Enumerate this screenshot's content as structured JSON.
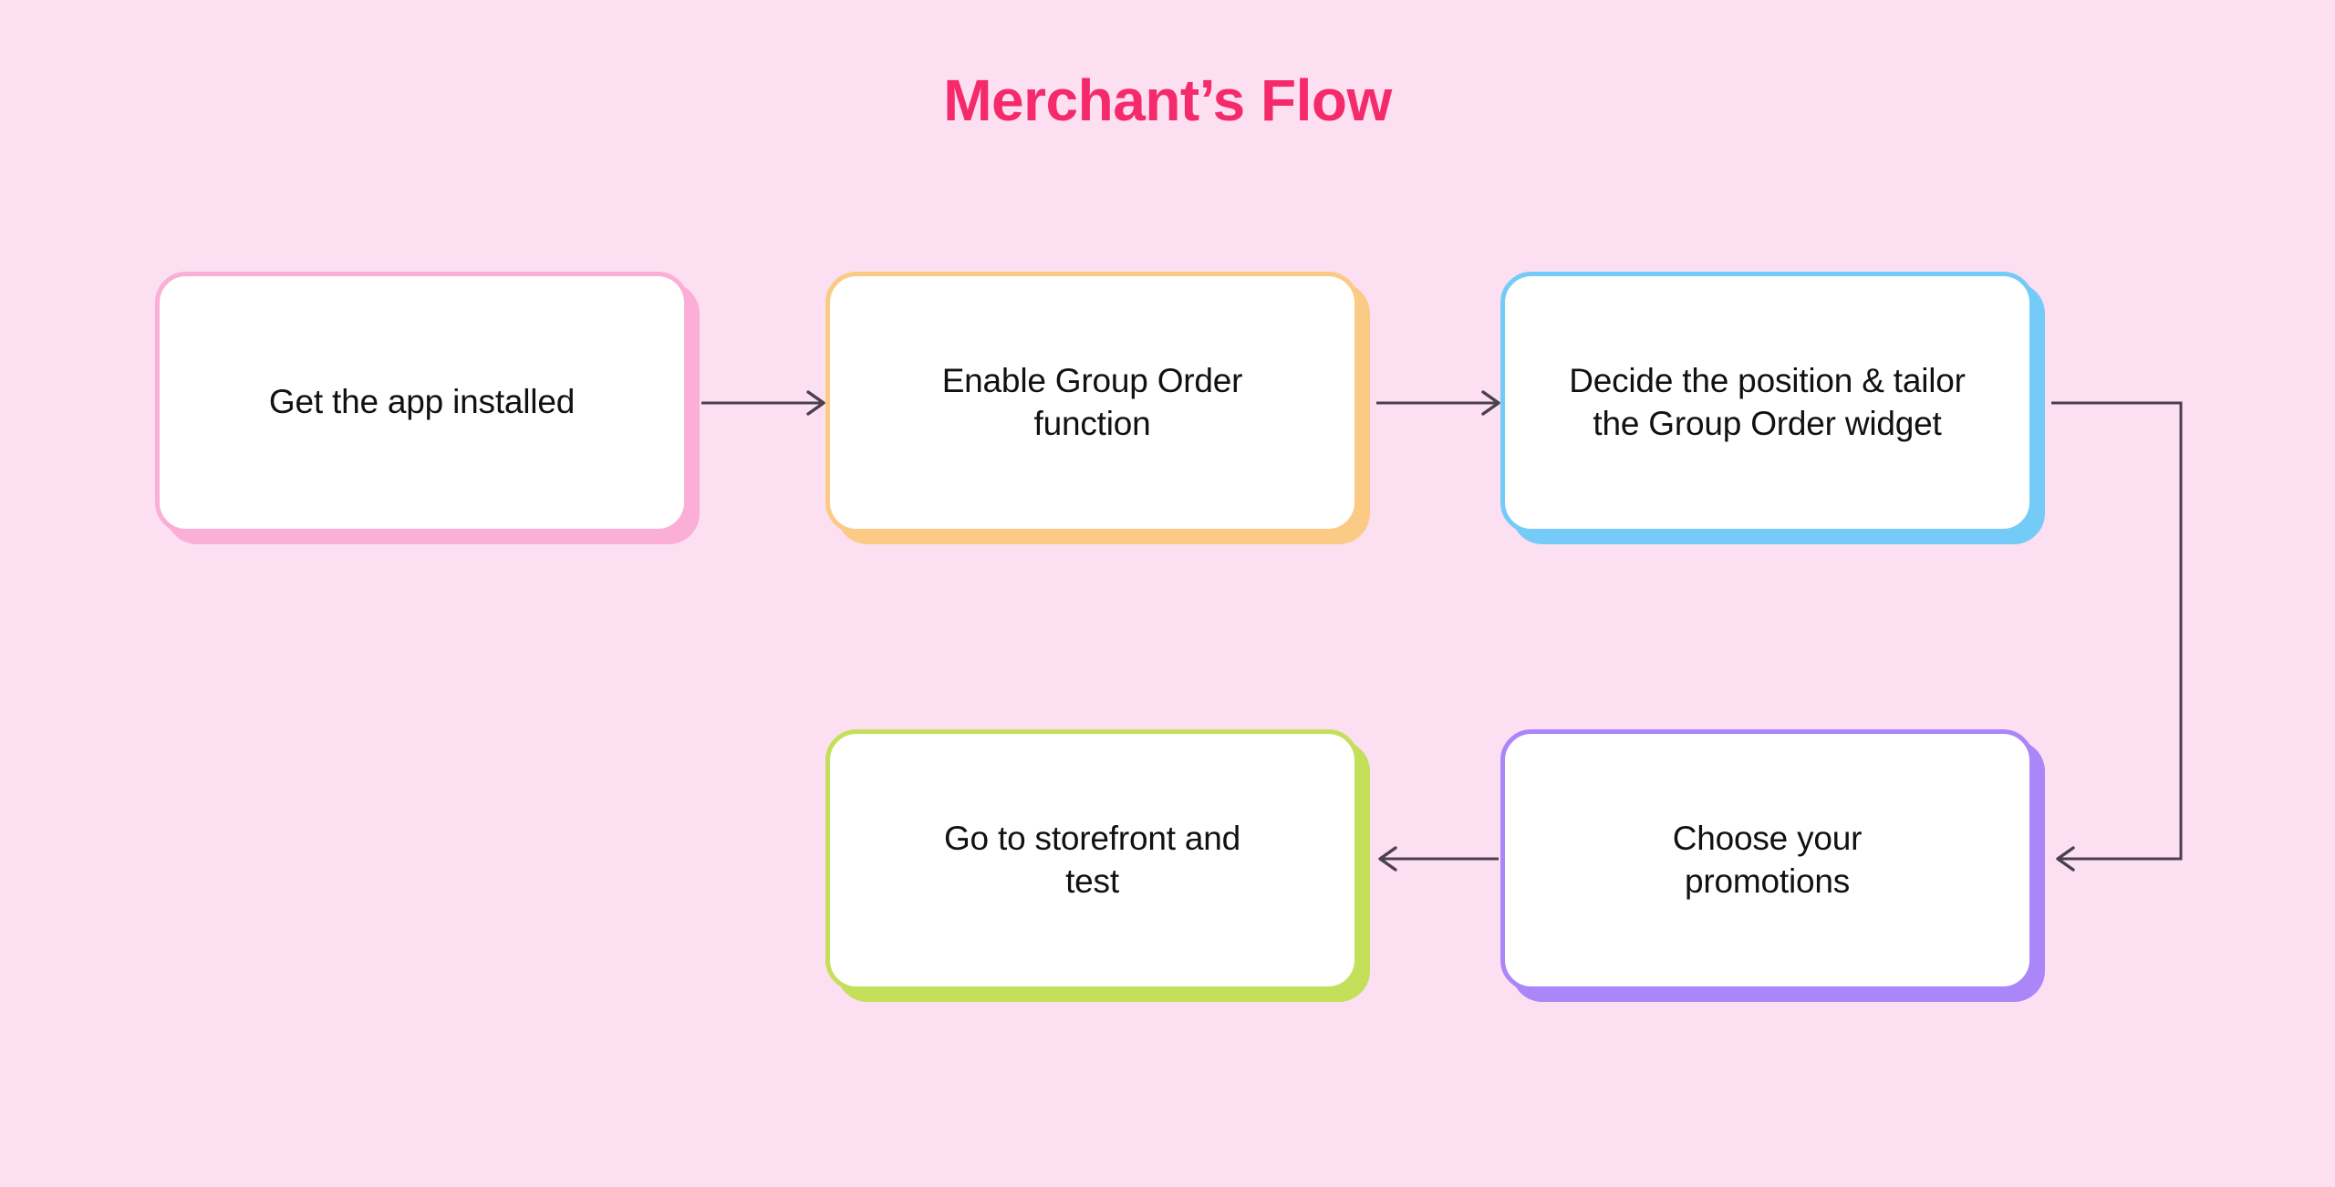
{
  "page": {
    "title": "Merchant’s Flow",
    "background_color": "#fddff2",
    "title_color": "#f42a6b"
  },
  "diagram": {
    "type": "flowchart",
    "arrow_color": "#4a4050",
    "node_fill": "#ffffff",
    "nodes": [
      {
        "id": "get-app-installed",
        "label": "Get the app installed",
        "color": "#fbaed6",
        "row": 1,
        "order": 1
      },
      {
        "id": "enable-group-order",
        "label": "Enable Group Order function",
        "color": "#fbcb85",
        "row": 1,
        "order": 2
      },
      {
        "id": "decide-position-widget",
        "label": "Decide the position & tailor the Group Order widget",
        "color": "#74cbf8",
        "row": 1,
        "order": 3
      },
      {
        "id": "go-to-storefront",
        "label": "Go to storefront and test",
        "color": "#c4e05b",
        "row": 2,
        "order": 5
      },
      {
        "id": "choose-promotions",
        "label": "Choose your promotions",
        "color": "#aa86f9",
        "row": 2,
        "order": 4
      }
    ],
    "edges": [
      {
        "from": "get-app-installed",
        "to": "enable-group-order",
        "direction": "right"
      },
      {
        "from": "enable-group-order",
        "to": "decide-position-widget",
        "direction": "right"
      },
      {
        "from": "decide-position-widget",
        "to": "choose-promotions",
        "direction": "right-down-left"
      },
      {
        "from": "choose-promotions",
        "to": "go-to-storefront",
        "direction": "left"
      }
    ]
  }
}
